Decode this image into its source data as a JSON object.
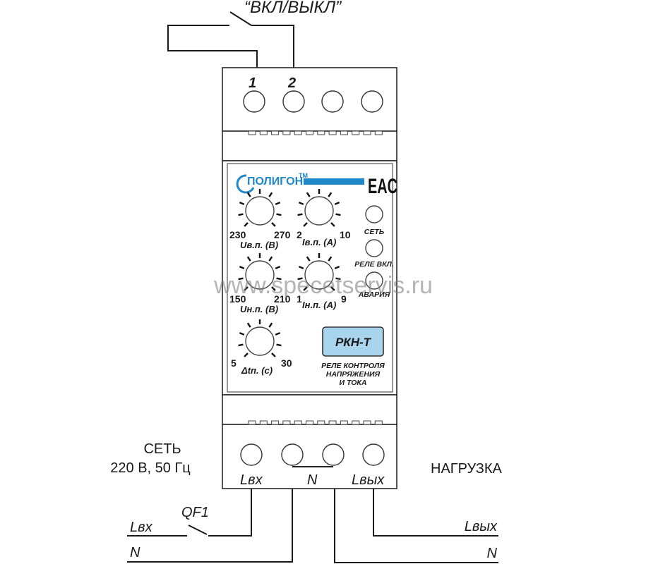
{
  "switch_label": "“ВКЛ/ВЫКЛ”",
  "top_terminals": {
    "labels": [
      "1",
      "2",
      "",
      ""
    ]
  },
  "front_panel": {
    "brand": "ПОЛИГОН",
    "brand_initial": "П",
    "brand_tm": "TM",
    "cert_mark": "EAC",
    "brand_color": "#1e88c8",
    "knobs": [
      {
        "id": "u-upper",
        "min": "230",
        "max": "270",
        "name": "Uв.п. (В)"
      },
      {
        "id": "i-upper",
        "min": "2",
        "max": "10",
        "name": "Iв.п. (А)"
      },
      {
        "id": "u-lower",
        "min": "150",
        "max": "210",
        "name": "Uн.п. (В)"
      },
      {
        "id": "i-lower",
        "min": "1",
        "max": "9",
        "name": "Iн.п. (А)"
      },
      {
        "id": "delay",
        "min": "5",
        "max": "30",
        "name": "Δtп. (с)"
      }
    ],
    "indicators": [
      {
        "label": "СЕТЬ"
      },
      {
        "label": "РЕЛЕ ВКЛ."
      },
      {
        "label": "АВАРИЯ"
      }
    ],
    "model_badge": "РКН-Т",
    "model_badge_color": "#a9d4ee",
    "description": [
      "РЕЛЕ КОНТРОЛЯ",
      "НАПРЯЖЕНИЯ",
      "И ТОКА"
    ]
  },
  "bottom_terminals": {
    "labels": [
      "Lвх",
      "N",
      "Lвых"
    ]
  },
  "supply": {
    "title": "СЕТЬ",
    "spec": "220 В, 50 Гц",
    "line_label": "Lвх",
    "neutral_label": "N",
    "breaker_label": "QF1"
  },
  "load": {
    "title": "НАГРУЗКА",
    "line_label": "Lвых",
    "neutral_label": "N"
  },
  "watermark": "www.specetservis.ru"
}
